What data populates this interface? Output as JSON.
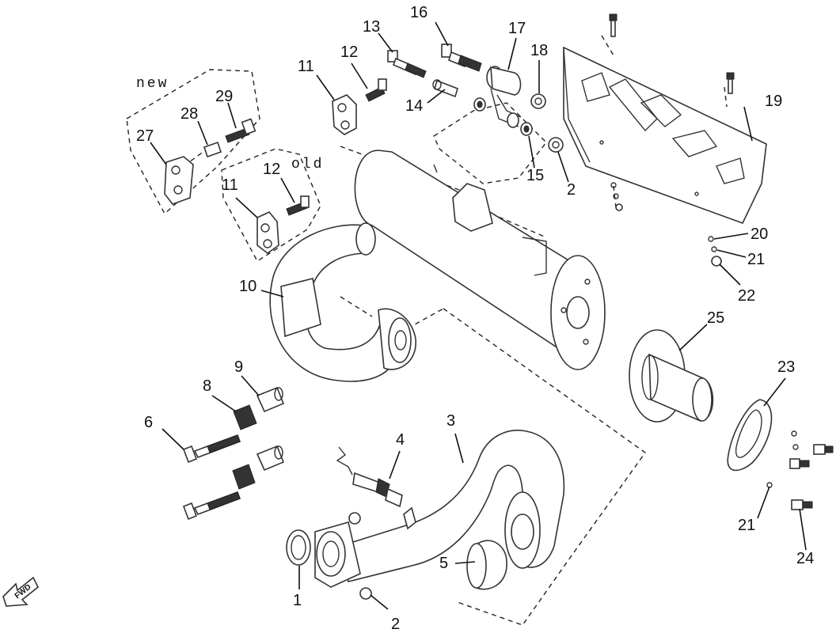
{
  "diagram": {
    "groups": {
      "new_label": "new",
      "old_label": "old"
    },
    "direction_arrow": "FWD",
    "callouts": [
      {
        "id": "c1",
        "text": "1"
      },
      {
        "id": "c2a",
        "text": "2"
      },
      {
        "id": "c2b",
        "text": "2"
      },
      {
        "id": "c3",
        "text": "3"
      },
      {
        "id": "c4",
        "text": "4"
      },
      {
        "id": "c5",
        "text": "5"
      },
      {
        "id": "c6",
        "text": "6"
      },
      {
        "id": "c8",
        "text": "8"
      },
      {
        "id": "c9",
        "text": "9"
      },
      {
        "id": "c10",
        "text": "10"
      },
      {
        "id": "c11a",
        "text": "11"
      },
      {
        "id": "c11b",
        "text": "11"
      },
      {
        "id": "c12a",
        "text": "12"
      },
      {
        "id": "c12b",
        "text": "12"
      },
      {
        "id": "c13",
        "text": "13"
      },
      {
        "id": "c14",
        "text": "14"
      },
      {
        "id": "c15",
        "text": "15"
      },
      {
        "id": "c16",
        "text": "16"
      },
      {
        "id": "c17",
        "text": "17"
      },
      {
        "id": "c18",
        "text": "18"
      },
      {
        "id": "c19",
        "text": "19"
      },
      {
        "id": "c20",
        "text": "20"
      },
      {
        "id": "c21a",
        "text": "21"
      },
      {
        "id": "c21b",
        "text": "21"
      },
      {
        "id": "c22",
        "text": "22"
      },
      {
        "id": "c23",
        "text": "23"
      },
      {
        "id": "c24",
        "text": "24"
      },
      {
        "id": "c25",
        "text": "25"
      },
      {
        "id": "c27",
        "text": "27"
      },
      {
        "id": "c28",
        "text": "28"
      },
      {
        "id": "c29",
        "text": "29"
      }
    ]
  }
}
